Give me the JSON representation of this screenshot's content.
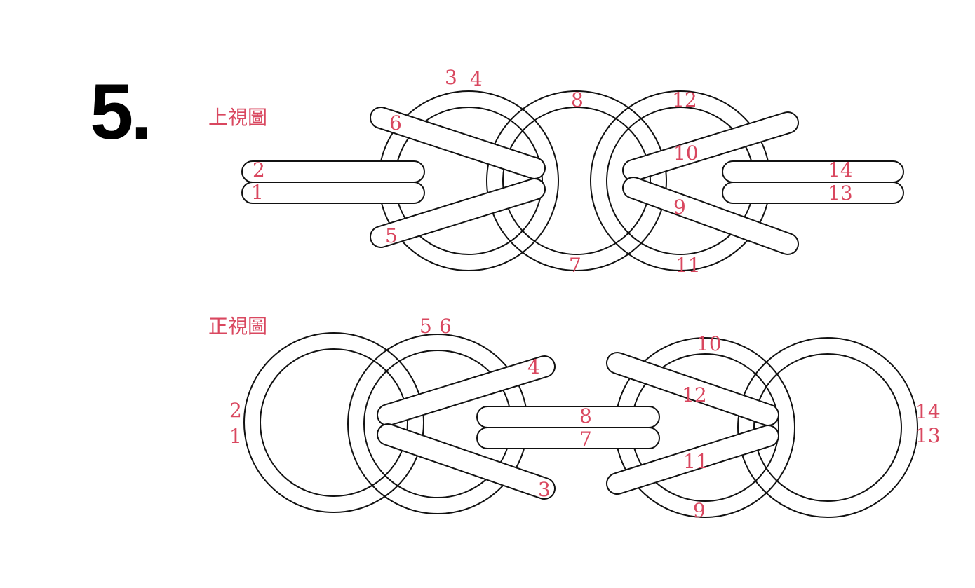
{
  "step_number": "5.",
  "top_view": {
    "title": "上視圖",
    "labels": [
      "3",
      "4",
      "8",
      "12",
      "6",
      "10",
      "2",
      "14",
      "1",
      "13",
      "9",
      "5",
      "7",
      "11"
    ]
  },
  "front_view": {
    "title": "正視圖",
    "labels": [
      "5",
      "6",
      "10",
      "4",
      "12",
      "2",
      "8",
      "14",
      "1",
      "7",
      "13",
      "11",
      "3",
      "9"
    ]
  },
  "colors": {
    "label": "#d9475f",
    "line": "#111111"
  }
}
